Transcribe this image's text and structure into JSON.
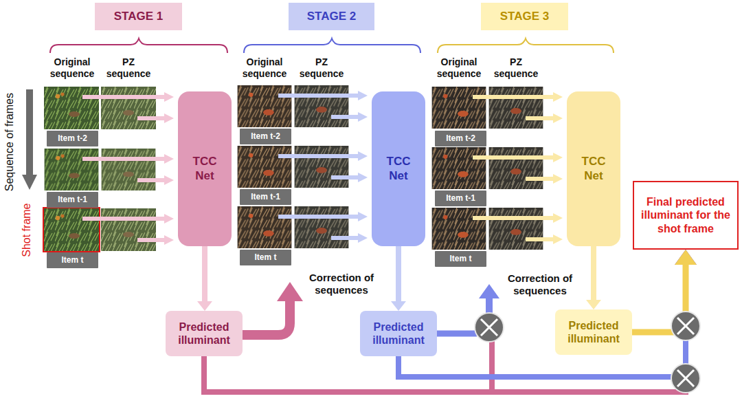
{
  "diagram": {
    "nodes": [
      {
        "text": [
          "STAGE 1"
        ]
      },
      {
        "text": [
          "STAGE 2"
        ]
      },
      {
        "text": [
          "STAGE 3"
        ]
      },
      {
        "text": [
          "Item t-2"
        ]
      },
      {
        "text": [
          "Item t-1"
        ]
      },
      {
        "text": [
          "Item t"
        ]
      },
      {
        "text": [
          "TCC Net"
        ]
      },
      {
        "text": [
          "Item t-2"
        ]
      },
      {
        "text": [
          "Item t-1"
        ]
      },
      {
        "text": [
          "Item t"
        ]
      },
      {
        "text": [
          "TCC Net"
        ]
      },
      {
        "text": [
          "Item t-2"
        ]
      },
      {
        "text": [
          "Item t-1"
        ]
      },
      {
        "text": [
          "Item t"
        ]
      },
      {
        "text": [
          "TCC Net"
        ]
      },
      {
        "text": [
          "Predicted illuminant"
        ]
      },
      {
        "text": [
          "Predicted illuminant"
        ]
      },
      {
        "text": [
          "Predicted illuminant"
        ]
      },
      {
        "text": [
          "Final predicted illuminant for the shot frame"
        ]
      }
    ],
    "edges": [
      {
        "from": 6,
        "to": 15,
        "arrow": "to"
      },
      {
        "from": 10,
        "to": 16,
        "arrow": "to"
      },
      {
        "from": 14,
        "to": 17,
        "arrow": "to"
      },
      {
        "from": 15,
        "to": 18,
        "arrow": "to"
      },
      {
        "from": 16,
        "to": 18,
        "arrow": "to"
      },
      {
        "from": 17,
        "to": 18,
        "arrow": "to"
      }
    ],
    "labels": [
      "Sequence of frames",
      "Shot frame",
      "Original sequence",
      "PZ sequence",
      "Original sequence",
      "PZ sequence",
      "Original sequence",
      "PZ sequence",
      "Correction of sequences",
      "Correction of sequences"
    ]
  }
}
